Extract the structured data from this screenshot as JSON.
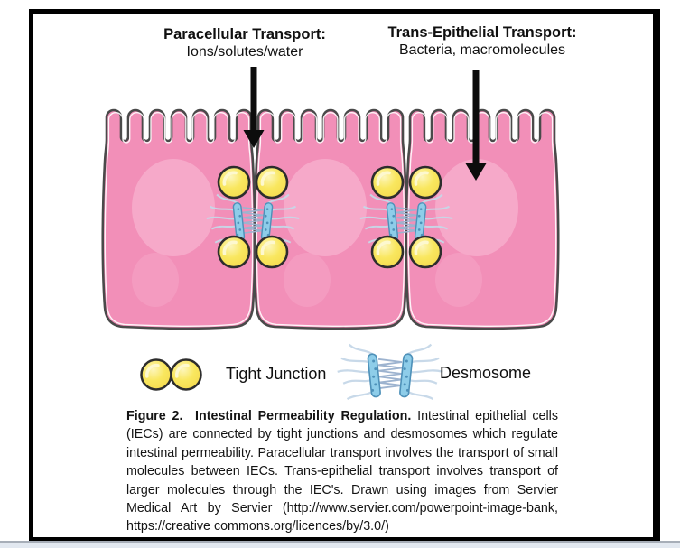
{
  "figure": {
    "annotations": {
      "paracellular": {
        "title": "Paracellular Transport:",
        "subtitle": "Ions/solutes/water"
      },
      "trans_epithelial": {
        "title": "Trans-Epithelial Transport:",
        "subtitle": "Bacteria, macromolecules"
      }
    },
    "legend": [
      {
        "icon": "tight-junction-icon",
        "label": "Tight Junction"
      },
      {
        "icon": "desmosome-icon",
        "label": "Desmosome"
      }
    ],
    "caption": {
      "label_bold": "Figure 2.  Intestinal Permeability Regulation.",
      "body": " Intestinal epithelial cells (IECs) are connected by tight junctions and desmosomes which regulate intestinal permeability. Paracellular transport involves the transport of small molecules between IECs. Trans-epithelial transport involves transport of larger molecules through the IEC's. Drawn using images from Servier Medical Art by Servier (http://www.servier.com/powerpoint-image-bank, https://creative commons.org/licences/by/3.0/)"
    },
    "colors": {
      "cell_body": "#F28FB8",
      "cell_highlight": "#F6A9C9",
      "cell_outline": "#4A4A4A",
      "tight_junction_yellow": "#F8E75F",
      "tight_junction_rim": "#EAA93E",
      "desmosome_blue": "#8ECDE9",
      "desmosome_filament": "#C6D8E8",
      "arrow": "#0C0C0C",
      "frame_border": "#000000"
    }
  }
}
